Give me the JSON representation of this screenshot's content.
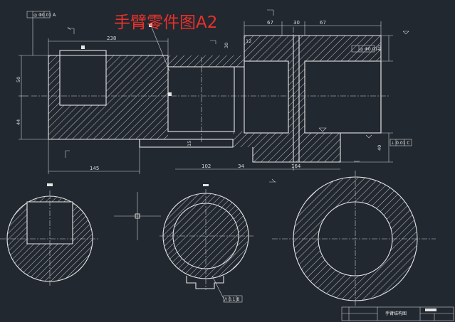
{
  "drawing": {
    "title": "手臂零件图A2",
    "dims": {
      "top_238": "238",
      "top_67a": "67",
      "top_30": "30",
      "top_67b": "67",
      "top_12": "12",
      "top_30b": "30",
      "left_50": "50",
      "left_44": "44",
      "right_40a": "40",
      "right_40b": "40",
      "bot_145": "145",
      "bot_102": "102",
      "bot_34": "34",
      "bot_164": "164",
      "mid_15": "15"
    },
    "callouts": {
      "gdt_top_left": "◎ Φ0.01 A",
      "gdt_right": "◎ Φ0.01",
      "gdt_right_b": "⊥ 0.01 C",
      "gdt_bottom": "// 0.1 B"
    },
    "title_block": {
      "part_name": "手臂结构图"
    }
  }
}
